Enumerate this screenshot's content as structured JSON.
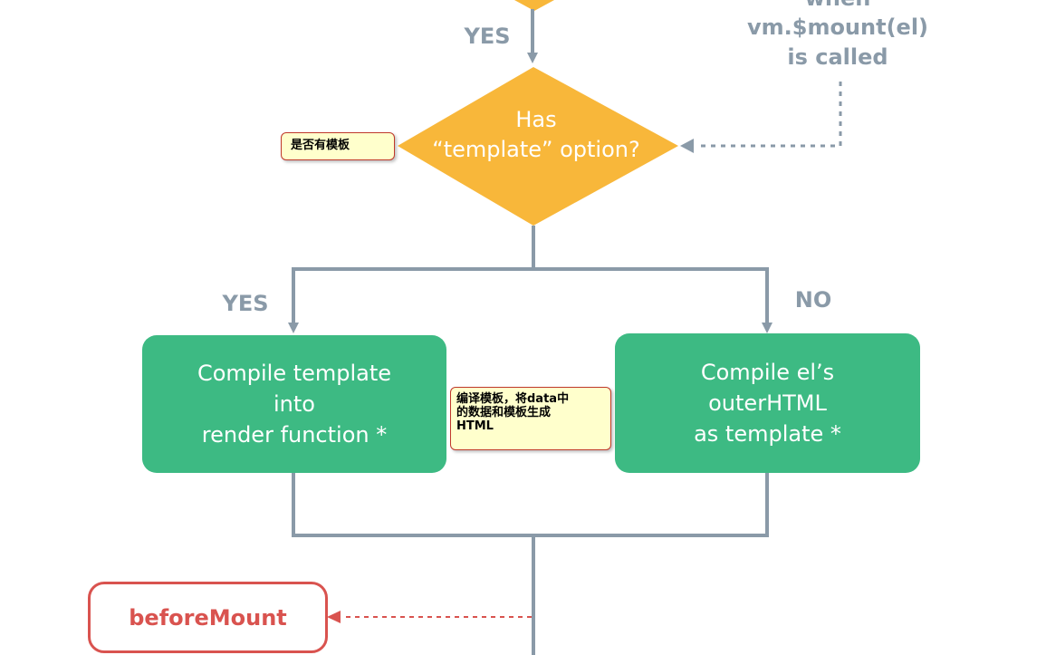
{
  "colors": {
    "connector": "#8a9aa8",
    "decision_fill": "#f8b73a",
    "process_fill": "#3dba83",
    "hook_red": "#d9534f",
    "annotation_fill": "#ffffcc",
    "annotation_border": "#c0392b"
  },
  "top_label_yes": "YES",
  "mount_note": {
    "line1": "when",
    "line2": "vm.$mount(el)",
    "line3": "is called"
  },
  "decision": {
    "line1": "Has",
    "line2": "“template” option?"
  },
  "annotation_template": "是否有模板",
  "branch_yes": "YES",
  "branch_no": "NO",
  "compile_template": {
    "line1": "Compile template",
    "line2": "into",
    "line3": "render function *"
  },
  "compile_el": {
    "line1": "Compile el’s",
    "line2": "outerHTML",
    "line3": "as template *"
  },
  "annotation_compile": {
    "line1": "编译模板，将data中",
    "line2": "的数据和模板生成",
    "line3": "HTML"
  },
  "hook_before_mount": "beforeMount"
}
